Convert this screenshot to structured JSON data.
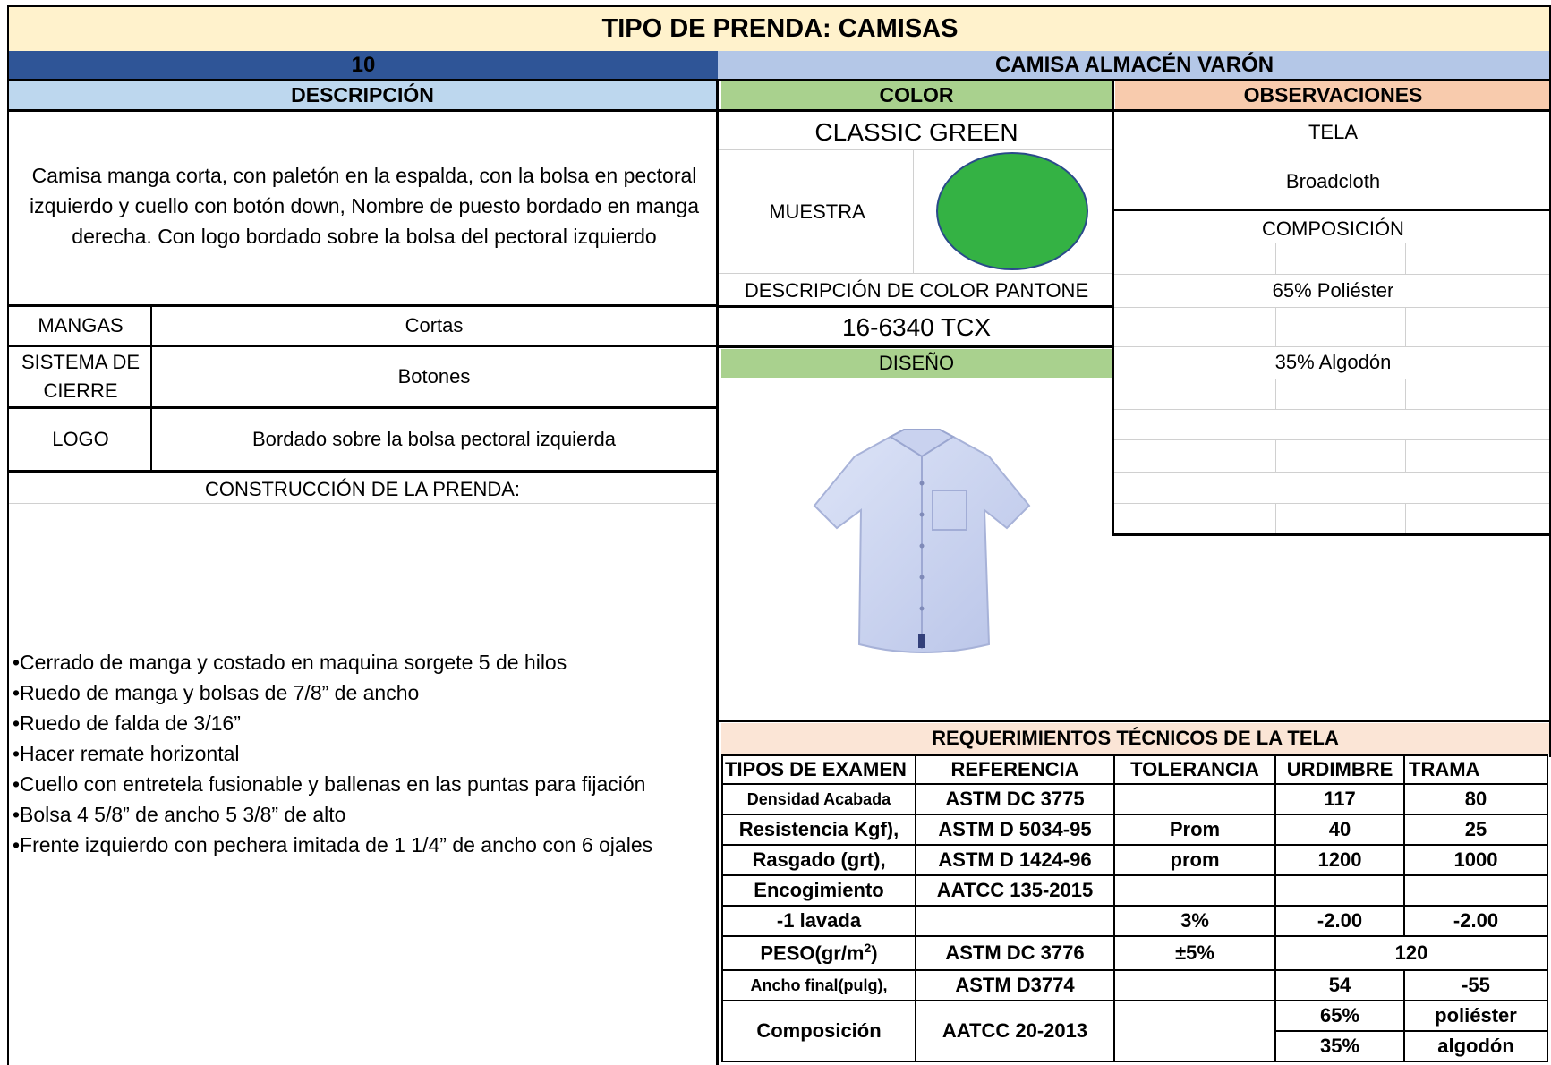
{
  "title": "TIPO DE PRENDA: CAMISAS",
  "item_number": "10",
  "item_name": "CAMISA ALMACÉN VARÓN",
  "headers": {
    "descripcion": "DESCRIPCIÓN",
    "color": "COLOR",
    "observaciones": "OBSERVACIONES"
  },
  "description": "Camisa manga corta, con paletón en la espalda, con la bolsa en pectoral izquierdo y cuello con botón down, Nombre de puesto bordado en manga derecha. Con logo bordado sobre la bolsa del pectoral izquierdo",
  "specs": [
    {
      "label": "MANGAS",
      "value": "Cortas"
    },
    {
      "label": "SISTEMA DE CIERRE",
      "value": "Botones"
    },
    {
      "label": "LOGO",
      "value": "Bordado sobre la bolsa pectoral izquierda"
    }
  ],
  "construction": {
    "heading": "CONSTRUCCIÓN DE LA PRENDA:",
    "items": [
      "•Cerrado de manga y costado en maquina sorgete 5 de hilos",
      "•Ruedo de manga y bolsas de 7/8” de ancho",
      "•Ruedo de falda de 3/16”",
      "•Hacer remate horizontal",
      "•Cuello con entretela fusionable y ballenas en las puntas para fijación",
      "•Bolsa 4 5/8” de ancho 5 3/8” de alto",
      "•Frente izquierdo con pechera imitada de 1 1/4” de ancho con 6 ojales"
    ]
  },
  "color": {
    "name": "CLASSIC GREEN",
    "sample_label": "MUESTRA",
    "swatch_hex": "#34b244",
    "pantone_label": "DESCRIPCIÓN DE COLOR PANTONE",
    "pantone_code": "16-6340 TCX",
    "design_label": "DISEÑO"
  },
  "observations": {
    "fabric_label": "TELA",
    "fabric": "Broadcloth",
    "composition_label": "COMPOSICIÓN",
    "comp1": "65% Poliéster",
    "comp2": "35% Algodón"
  },
  "requirements": {
    "title": "REQUERIMIENTOS TÉCNICOS DE LA TELA",
    "columns": [
      "TIPOS DE EXAMEN",
      "REFERENCIA",
      "TOLERANCIA",
      "URDIMBRE",
      "TRAMA"
    ],
    "rows": [
      {
        "test": "Densidad Acabada",
        "ref": "ASTM DC 3775",
        "tol": "",
        "warp": "117",
        "weft": "80"
      },
      {
        "test": "Resistencia Kgf),",
        "ref": "ASTM D 5034-95",
        "tol": "Prom",
        "warp": "40",
        "weft": "25"
      },
      {
        "test": "Rasgado (grt),",
        "ref": "ASTM D 1424-96",
        "tol": "prom",
        "warp": "1200",
        "weft": "1000"
      },
      {
        "test": "Encogimiento",
        "ref": "AATCC 135-2015",
        "tol": "",
        "warp": "",
        "weft": ""
      },
      {
        "test": "-1 lavada",
        "ref": "",
        "tol": "3%",
        "warp": "-2.00",
        "weft": "-2.00"
      }
    ],
    "weight": {
      "test_prefix": "PESO(gr/m",
      "test_sup": "2",
      "test_suffix": ")",
      "ref": "ASTM DC 3776",
      "tol": "±5%",
      "value": "120"
    },
    "width": {
      "test": "Ancho final(pulg),",
      "ref": "ASTM D3774",
      "tol": "",
      "warp": "54",
      "weft": "-55"
    },
    "composition": {
      "test": "Composición",
      "ref": "AATCC 20-2013",
      "p1": "65%",
      "m1": "poliéster",
      "p2": "35%",
      "m2": "algodón"
    }
  },
  "colors": {
    "title_bg": "#fff2cc",
    "dark_blue": "#2f5597",
    "light_blue": "#b4c7e7",
    "desc_header": "#bdd7ee",
    "color_header": "#a9d18e",
    "obs_header": "#f8cbad",
    "swatch": "#34b244"
  }
}
